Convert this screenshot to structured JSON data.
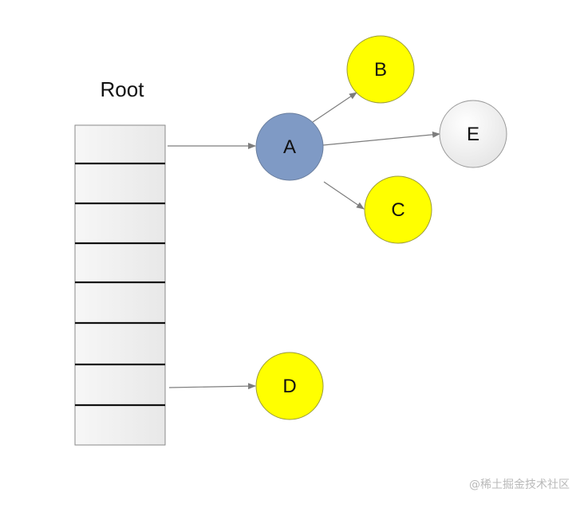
{
  "diagram": {
    "root_label": "Root",
    "nodes": {
      "A": {
        "label": "A",
        "color": "#7f9ac5"
      },
      "B": {
        "label": "B",
        "color": "#ffff00"
      },
      "C": {
        "label": "C",
        "color": "#ffff00"
      },
      "D": {
        "label": "D",
        "color": "#ffff00"
      },
      "E": {
        "label": "E",
        "color": "#f3f3f3"
      }
    },
    "edges": [
      {
        "from": "Root slot 1",
        "to": "A"
      },
      {
        "from": "A",
        "to": "B"
      },
      {
        "from": "A",
        "to": "E"
      },
      {
        "from": "A",
        "to": "C"
      },
      {
        "from": "Root slot 7",
        "to": "D"
      }
    ],
    "colors": {
      "stack_fill": "#eeeeee",
      "stack_border": "#8a8a8a",
      "divider": "#111111",
      "arrow": "#7d7d7d"
    }
  },
  "watermark": "@稀土掘金技术社区"
}
